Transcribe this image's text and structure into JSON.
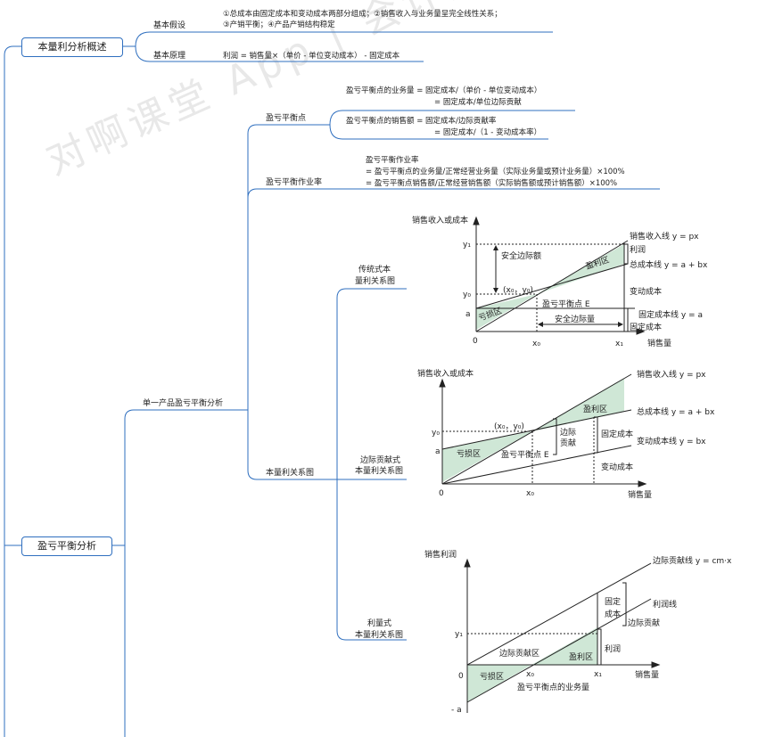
{
  "watermark": "对啊课堂 App | 会计免费视频题库",
  "root": {
    "overview": {
      "label": "本量利分析概述",
      "assumption_label": "基本假设",
      "assumption_line1": "①总成本由固定成本和变动成本两部分组成；②销售收入与业务量呈完全线性关系；",
      "assumption_line2": "③产销平衡；④产品产销结构稳定",
      "principle_label": "基本原理",
      "principle_text": "利润 = 销售量×（单价 - 单位变动成本） - 固定成本"
    },
    "breakeven": {
      "label": "盈亏平衡分析",
      "single_product": "单一产品盈亏平衡分析",
      "bep": {
        "label": "盈亏平衡点",
        "qty_line1": "盈亏平衡点的业务量 = 固定成本/（单价 - 单位变动成本）",
        "qty_line2": "= 固定成本/单位边际贡献",
        "amt_line1": "盈亏平衡点的销售额 = 固定成本/边际贡献率",
        "amt_line2": "= 固定成本/（1 - 变动成本率）"
      },
      "rate": {
        "label": "盈亏平衡作业率",
        "line1": "盈亏平衡作业率",
        "line2": "= 盈亏平衡点的业务量/正常经营业务量（实际业务量或预计业务量）×100%",
        "line3": "= 盈亏平衡点销售额/正常经营销售额（实际销售额或预计销售额）×100%"
      },
      "cvp": {
        "label": "本量利关系图",
        "traditional_label_1": "传统式本",
        "traditional_label_2": "量利关系图",
        "contribution_label_1": "边际贡献式",
        "contribution_label_2": "本量利关系图",
        "profit_label_1": "利量式",
        "profit_label_2": "本量利关系图"
      }
    }
  },
  "g1": {
    "ylabel": "销售收入或成本",
    "xlabel": "销售量",
    "revenue": "销售收入线 y = px",
    "profit": "利润",
    "total_cost": "总成本线 y = a + bx",
    "profit_zone": "盈利区",
    "safety_amt": "安全边际额",
    "var_cost": "变动成本",
    "bep": "盈亏平衡点 E",
    "loss_zone": "亏损区",
    "safety_qty": "安全边际量",
    "fixed_line": "固定成本线 y = a",
    "fixed_cost": "固定成本",
    "y1": "y₁",
    "y0": "y₀",
    "a": "a",
    "origin": "0",
    "x0": "x₀",
    "x1": "x₁",
    "point": "(x₀，y₀)"
  },
  "g2": {
    "ylabel": "销售收入或成本",
    "xlabel": "销售量",
    "revenue": "销售收入线 y = px",
    "profit_zone": "盈利区",
    "total_cost": "总成本线 y = a + bx",
    "contrib_1": "边际",
    "contrib_2": "贡献",
    "fixed_cost": "固定成本",
    "var_line": "变动成本线 y = bx",
    "loss_zone": "亏损区",
    "bep": "盈亏平衡点 E",
    "var_cost": "变动成本",
    "y0": "y₀",
    "a": "a",
    "origin": "0",
    "x0": "x₀",
    "point": "(x₀，y₀)"
  },
  "g3": {
    "ylabel": "销售利润",
    "xlabel": "销售量",
    "contrib_line": "边际贡献线 y = cm·x",
    "fixed_1": "固定",
    "fixed_2": "成本",
    "profit_line": "利润线",
    "contrib": "边际贡献",
    "contrib_zone": "边际贡献区",
    "profit_zone": "盈利区",
    "profit": "利润",
    "loss_zone": "亏损区",
    "bep_qty": "盈亏平衡点的业务量",
    "y1": "y₁",
    "origin": "0",
    "neg_a": "- a",
    "x0": "x₀",
    "x1": "x₁"
  }
}
